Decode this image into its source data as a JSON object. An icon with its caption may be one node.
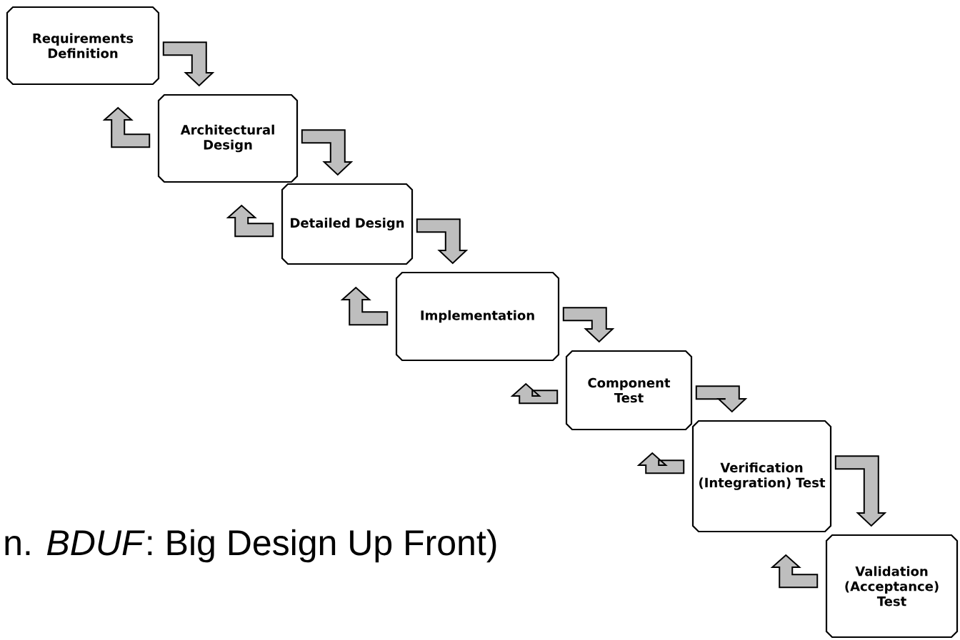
{
  "diagram": {
    "nodes": [
      {
        "text": [
          "Requirements Definition"
        ]
      },
      {
        "text": [
          "Architectural Design"
        ]
      },
      {
        "text": [
          "Detailed Design"
        ]
      },
      {
        "text": [
          "Implementation"
        ]
      },
      {
        "text": [
          "Component Test"
        ]
      },
      {
        "text": [
          "Verification (Integration) Test"
        ]
      },
      {
        "text": [
          "Validation (Acceptance) Test"
        ]
      }
    ],
    "edges": [
      {
        "from": 0,
        "to": 1,
        "arrow": "to"
      },
      {
        "from": 1,
        "to": 0,
        "arrow": "to"
      },
      {
        "from": 1,
        "to": 2,
        "arrow": "to"
      },
      {
        "from": 2,
        "to": 1,
        "arrow": "to"
      },
      {
        "from": 2,
        "to": 3,
        "arrow": "to"
      },
      {
        "from": 3,
        "to": 2,
        "arrow": "to"
      },
      {
        "from": 3,
        "to": 4,
        "arrow": "to"
      },
      {
        "from": 4,
        "to": 3,
        "arrow": "to"
      },
      {
        "from": 4,
        "to": 5,
        "arrow": "to"
      },
      {
        "from": 5,
        "to": 4,
        "arrow": "to"
      },
      {
        "from": 5,
        "to": 6,
        "arrow": "to"
      },
      {
        "from": 6,
        "to": 5,
        "arrow": "to"
      }
    ],
    "labels": [
      "n. *BDUF*: Big Design Up Front)"
    ]
  }
}
